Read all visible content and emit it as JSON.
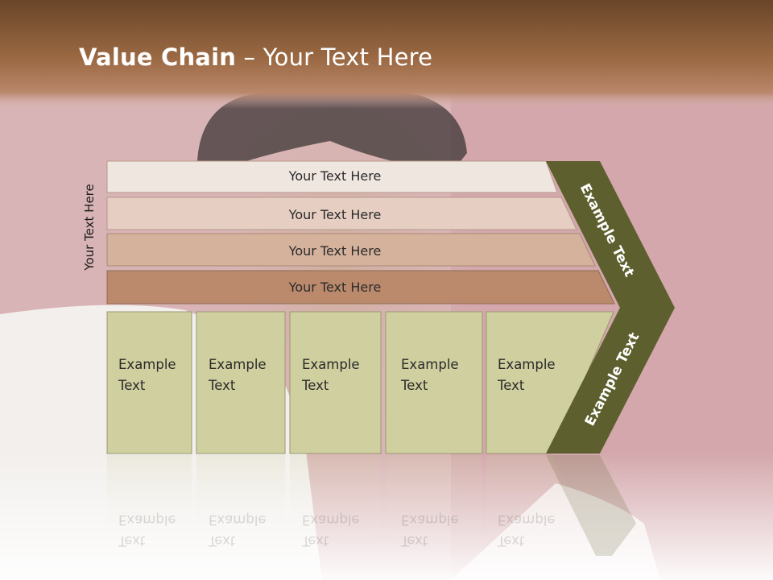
{
  "slide": {
    "title_bold": "Value Chain",
    "title_rest": " – Your Text Here",
    "side_label": "Your Text Here",
    "bands": [
      "Your Text Here",
      "Your Text Here",
      "Your Text Here",
      "Your Text Here"
    ],
    "cells": [
      {
        "line1": "Example",
        "line2": "Text"
      },
      {
        "line1": "Example",
        "line2": "Text"
      },
      {
        "line1": "Example",
        "line2": "Text"
      },
      {
        "line1": "Example",
        "line2": "Text"
      },
      {
        "line1": "Example",
        "line2": "Text"
      }
    ],
    "chevron_upper": "Example Text",
    "chevron_lower": "Example Text"
  },
  "colors": {
    "header": "#8a5a38",
    "band1": "#f0e6e0",
    "band2": "#e6cfc2",
    "band3": "#d5b29c",
    "band4": "#bb8a6c",
    "cell": "#cfcf9f",
    "chevron": "#5e5f2e"
  }
}
